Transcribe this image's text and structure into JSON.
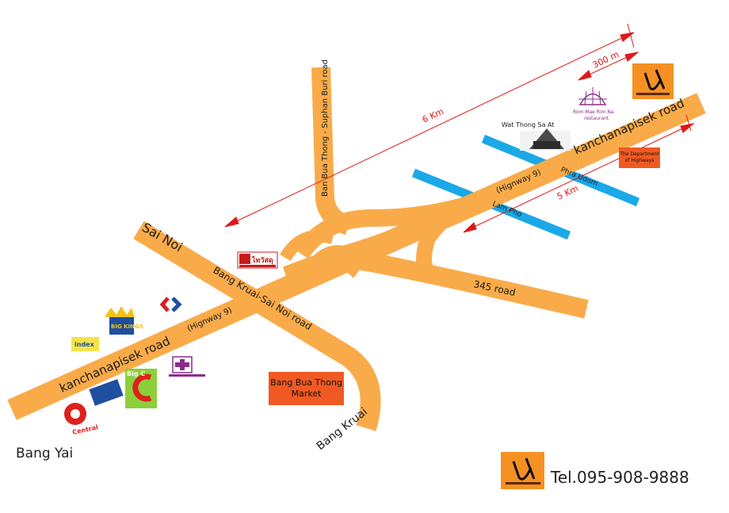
{
  "roads": {
    "kanchanapisek_left": "kanchanapisek  road",
    "kanchanapisek_right": "kanchanapisek  road",
    "hwy9_left": "(Hignway 9)",
    "hwy9_right": "(Hignway 9)",
    "sai_noi": "Sai  Noi",
    "bang_kruai_sai_noi": "Bang  Kruai-Sai  Noi  road",
    "bang_kruai": "Bang  Kruai",
    "road_345": "345  road",
    "suphan_buri": "Ban  Bua  Thong  -  Suphan  Buri  road",
    "phra_udom": "Phra  Udom",
    "lam_pho": "Lam  Pho"
  },
  "distances": {
    "six_km": "6 Km",
    "five_km": "5 Km",
    "three_hundred_m": "300  m"
  },
  "places": {
    "market": "Bang  Bua  Thong Market",
    "department": "The Department of Highways",
    "wat": "Wat  Thong  Sa  At",
    "restaurant_line1": "Rom  Mae  Rim  Na",
    "restaurant_line2": "restaurant",
    "bang_yai": "Bang  Yai",
    "pho_watsadu": "ไทวัสดุ"
  },
  "logos": {
    "big_c": "Big C",
    "central": "Central",
    "big_kings": "BIG KINGS",
    "index": "index"
  },
  "contact": {
    "tel": "Tel.095-908-9888"
  },
  "colors": {
    "road": "#f9ab4a",
    "canal": "#1aa8e8",
    "distance": "#e01818",
    "box": "#f05a22"
  }
}
